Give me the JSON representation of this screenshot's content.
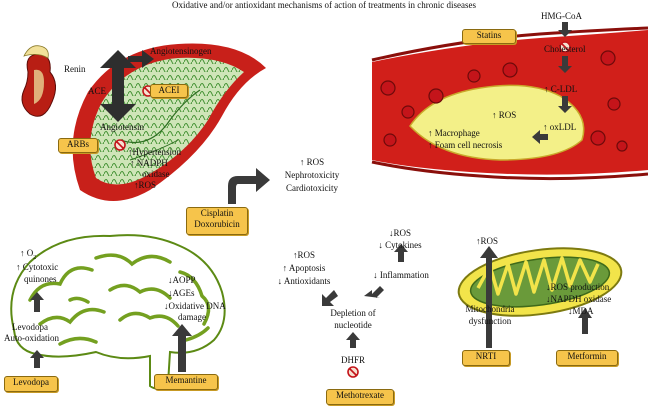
{
  "title": "Oxidative and/or antioxidant mechanisms of action of treatments in chronic diseases",
  "raas": {
    "renin": "Renin",
    "angiotensinogen": "Angiotensinogen",
    "ace": "ACE",
    "acei": "ACEI",
    "angiotensin": "Angiotensin",
    "arbs": "ARBs",
    "effect_1": "↑Hypertension",
    "effect_2": "↑ NADPH",
    "effect_3": "oxidase",
    "effect_4": "↑ROS"
  },
  "statins": {
    "label": "Statins",
    "hmg": "HMG-CoA",
    "cholesterol": "Cholesterol",
    "cldl": "↑ C-LDL",
    "oxldl": "↑ oxLDL",
    "ros": "↑ ROS",
    "macrophage": "↑ Macrophage",
    "foam": "↑ Foam cell necrosis"
  },
  "cisplatin": {
    "label_1": "Cisplatin",
    "label_2": "Doxorubicin",
    "effect_1": "↑ ROS",
    "effect_2": "Nephrotoxicity",
    "effect_3": "Cardiotoxicity"
  },
  "levodopa": {
    "label": "Levodopa",
    "o2": "↑ O",
    "o2_sub": "2",
    "cytotoxic_1": "↑ Cytotoxic",
    "cytotoxic_2": "quinones",
    "auto_1": "Levodopa",
    "auto_2": "Auto-oxidation"
  },
  "memantine": {
    "label": "Memantine",
    "effect_1": "↓AOPP",
    "effect_2": "↓AGEs",
    "effect_3": "↓Oxidative DNA",
    "effect_4": "damage"
  },
  "methotrexate": {
    "label": "Methotrexate",
    "dhfr": "DHFR",
    "depletion_1": "Depletion of",
    "depletion_2": "nucleotide",
    "left_1": "↑ROS",
    "left_2": "↑ Apoptosis",
    "left_3": "↓ Antioxidants",
    "inflammation": "↓ Inflammation",
    "right_1": "↓ROS",
    "right_2": "↓ Cytokines"
  },
  "nrti": {
    "label": "NRTI",
    "ros": "↑ROS",
    "mito_1": "Mitochondria",
    "mito_2": "dysfunction"
  },
  "metformin": {
    "label": "Metformin",
    "effect_1": "↓ROS production",
    "effect_2": "↓NAPDH oxidase",
    "effect_3": "↓MDA"
  }
}
